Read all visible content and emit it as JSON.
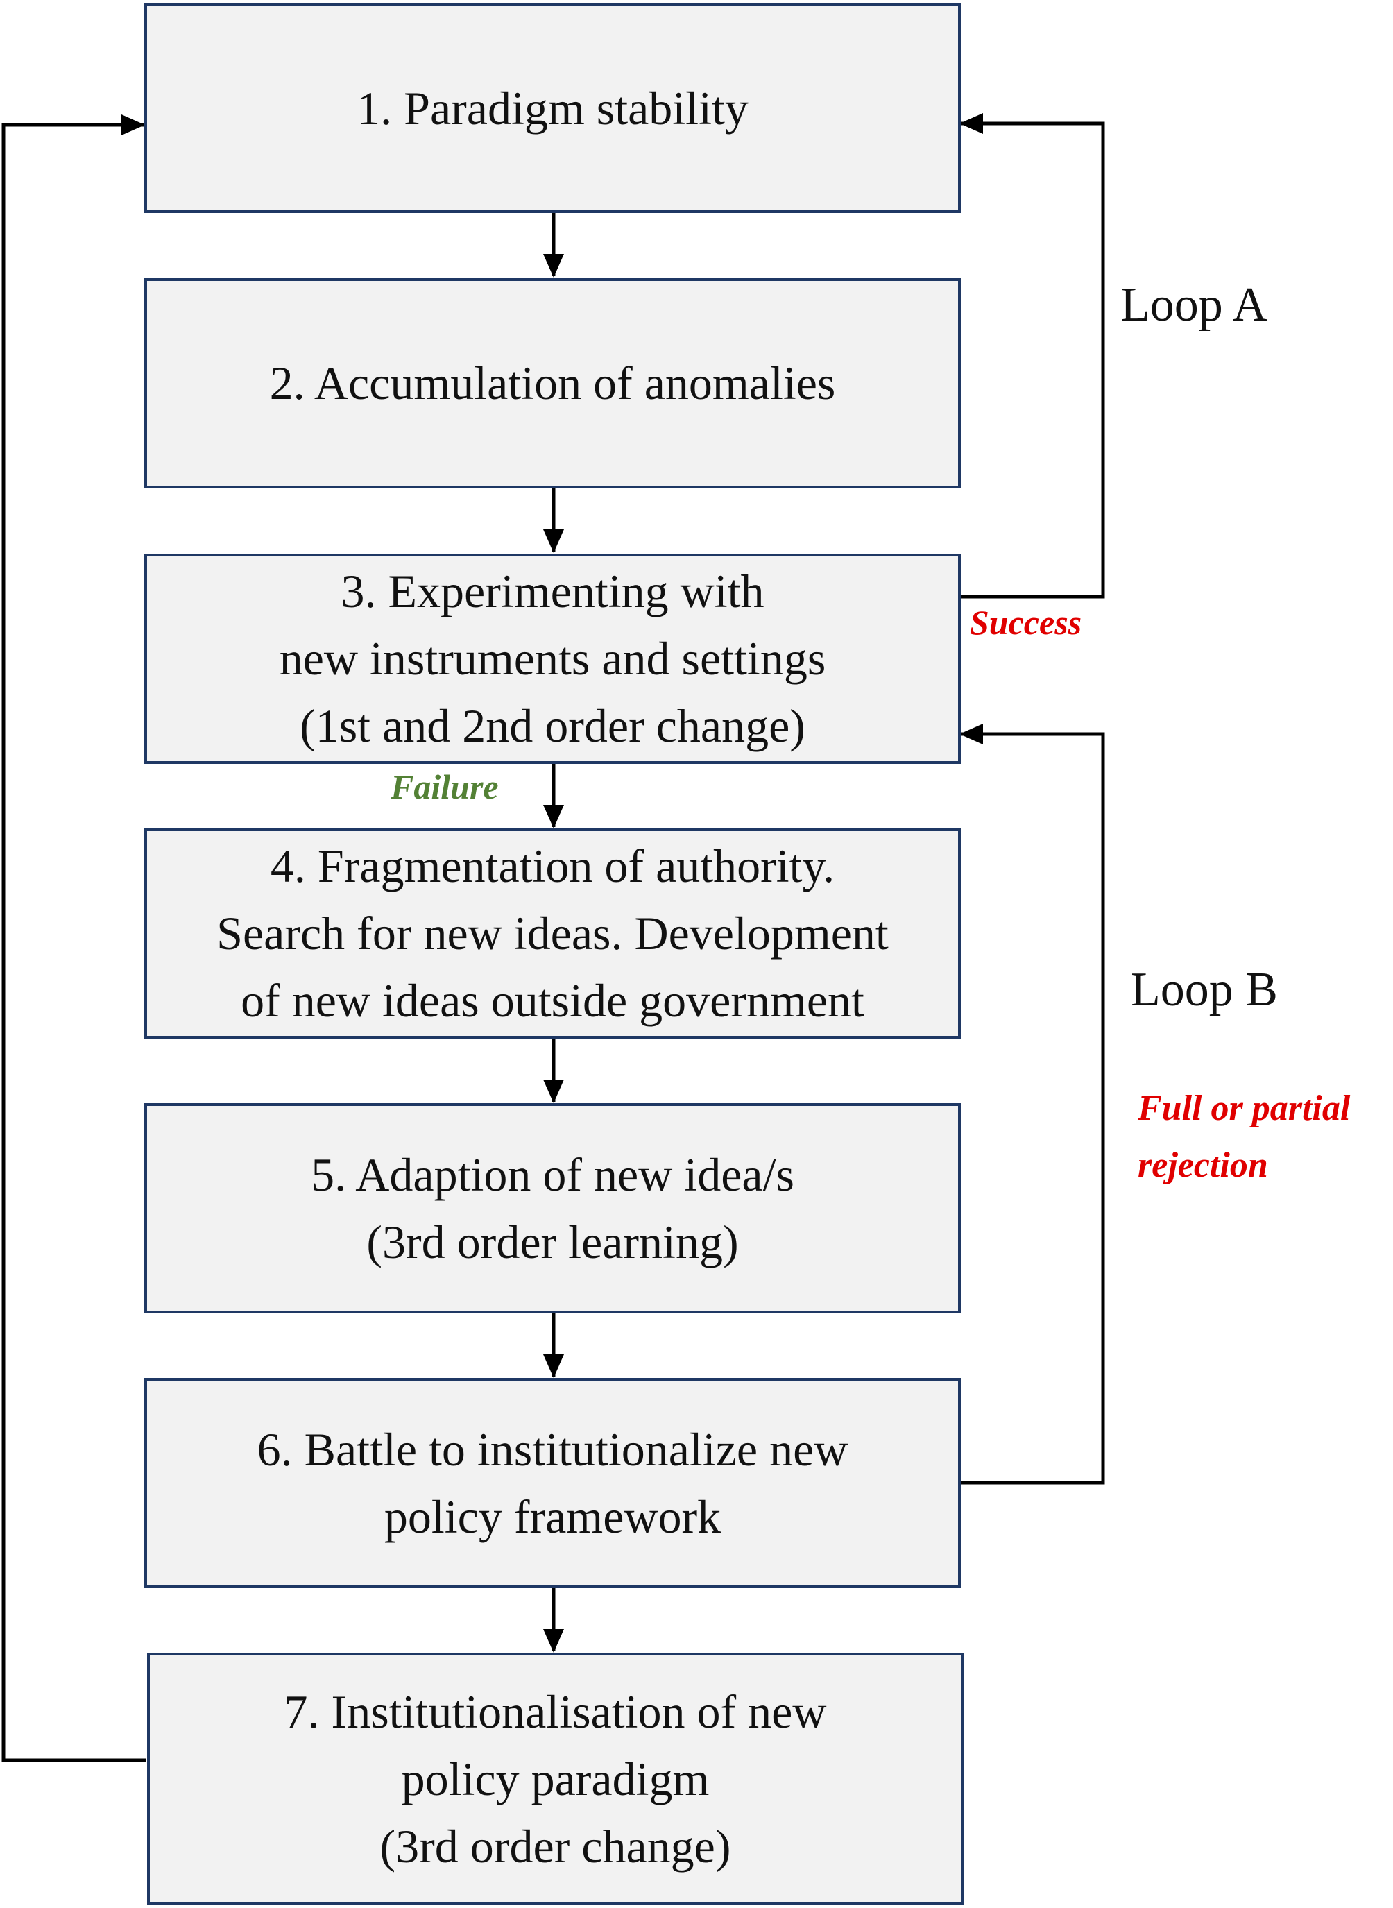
{
  "stages": [
    {
      "lines": [
        "1. Paradigm stability"
      ]
    },
    {
      "lines": [
        "2. Accumulation of anomalies"
      ]
    },
    {
      "lines": [
        "3. Experimenting with",
        "new instruments and settings",
        "(1st and 2nd order change)"
      ]
    },
    {
      "lines": [
        "4. Fragmentation of authority.",
        "Search for new ideas. Development",
        "of new ideas outside government"
      ]
    },
    {
      "lines": [
        "5. Adaption of new idea/s",
        "(3rd order learning)"
      ]
    },
    {
      "lines": [
        "6. Battle to institutionalize new",
        "policy framework"
      ]
    },
    {
      "lines": [
        "7. Institutionalisation of new",
        "policy paradigm",
        "(3rd order change)"
      ]
    }
  ],
  "loops": {
    "a": "Loop A",
    "b": "Loop B"
  },
  "outcomes": {
    "success": "Success",
    "failure": "Failure",
    "rejection_line1": "Full or partial",
    "rejection_line2": "rejection"
  },
  "colors": {
    "box_fill": "#f2f2f2",
    "box_border": "#1f3864",
    "arrow": "#000000",
    "success": "#e00000",
    "failure": "#538135",
    "rejection": "#e00000"
  }
}
